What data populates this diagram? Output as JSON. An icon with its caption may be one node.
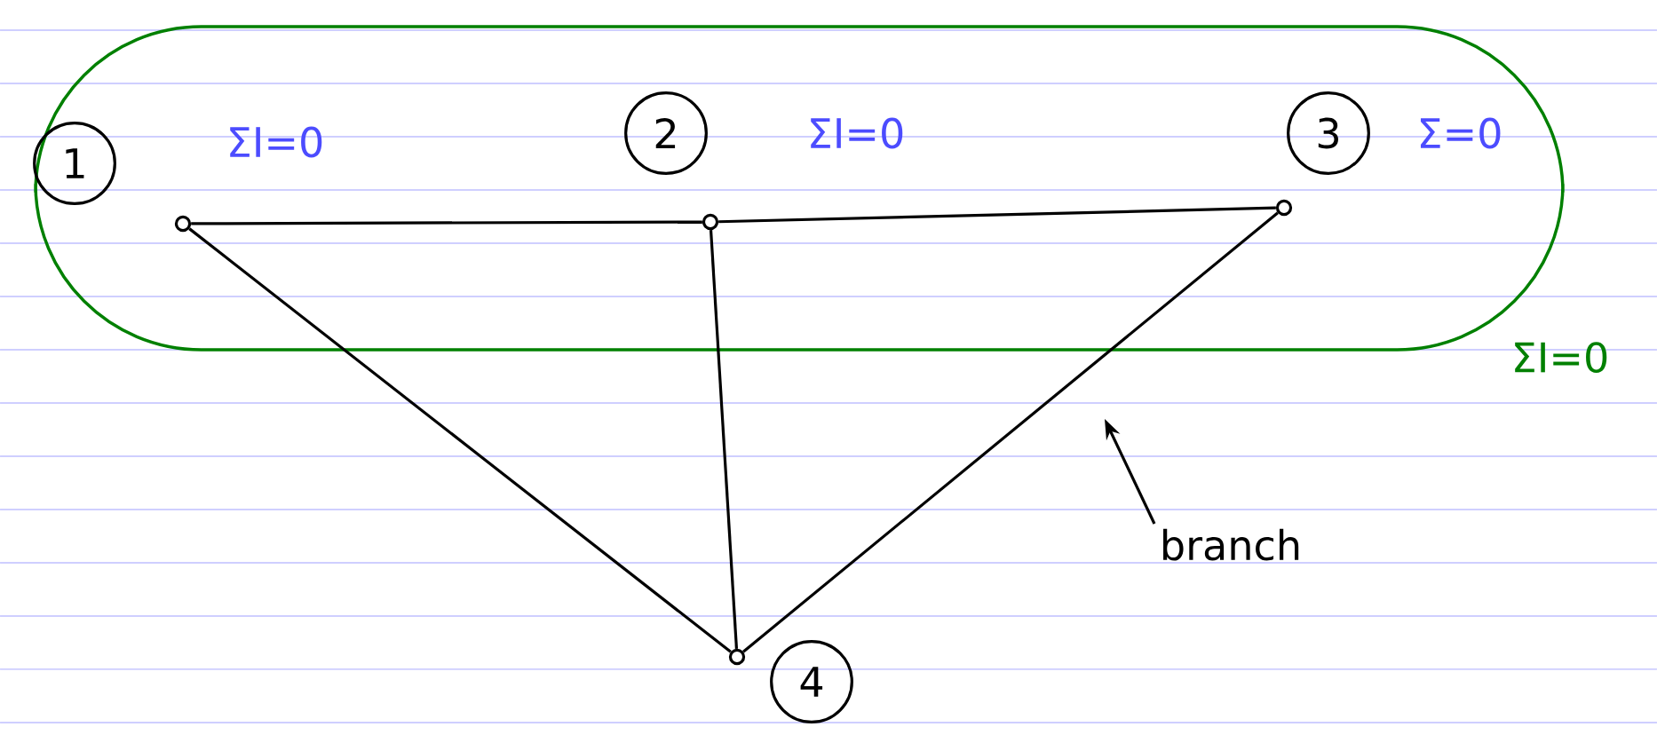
{
  "diagram": {
    "nodes": [
      {
        "text": [
          "ΣI=0"
        ]
      },
      {
        "text": [
          "1"
        ],
        "beside": [
          "ΣI=0"
        ],
        "in": 0
      },
      {
        "text": [
          "2"
        ],
        "beside": [
          "ΣI=0"
        ],
        "in": 0
      },
      {
        "text": [
          "3"
        ],
        "beside": [
          "Σ=0"
        ],
        "in": 0
      },
      {
        "text": [
          "4"
        ]
      },
      {
        "text": [],
        "shape": "circle",
        "in": 0
      },
      {
        "text": [],
        "shape": "circle",
        "in": 0
      },
      {
        "text": [],
        "shape": "circle",
        "in": 0
      },
      {
        "text": [],
        "shape": "circle"
      },
      {
        "text": [
          "branch"
        ]
      }
    ],
    "edges": [
      {
        "from": 5,
        "to": 6,
        "arrow": "none"
      },
      {
        "from": 6,
        "to": 7,
        "arrow": "none"
      },
      {
        "from": 5,
        "to": 8,
        "arrow": "none"
      },
      {
        "from": 6,
        "to": 8,
        "arrow": "none"
      },
      {
        "from": 7,
        "to": 8,
        "arrow": "none"
      },
      {
        "from": 9,
        "to": null,
        "arrow": "to"
      }
    ]
  }
}
